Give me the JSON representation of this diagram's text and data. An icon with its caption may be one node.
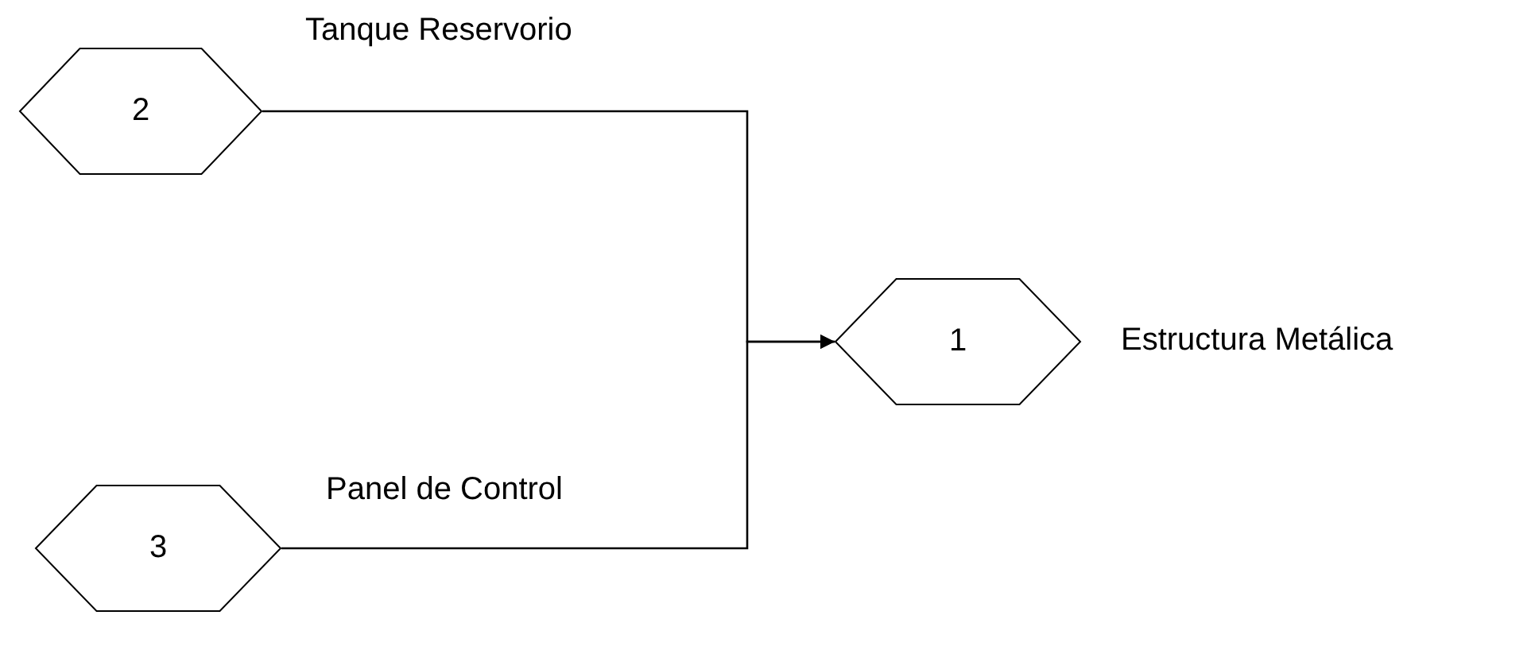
{
  "diagram": {
    "nodes": [
      {
        "text": [
          "2"
        ],
        "beside": [
          "Tanque Reservorio"
        ]
      },
      {
        "text": [
          "1"
        ],
        "beside": [
          "Estructura Metálica"
        ]
      },
      {
        "text": [
          "3"
        ],
        "beside": [
          "Panel de Control"
        ]
      }
    ],
    "edges": [
      {
        "from": 0,
        "to": 1,
        "arrow": "to"
      },
      {
        "from": 2,
        "to": 1,
        "arrow": "to"
      }
    ]
  }
}
